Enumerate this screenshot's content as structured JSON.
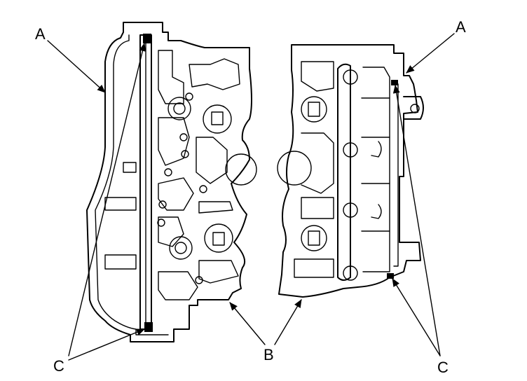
{
  "diagram": {
    "labels": {
      "a_left": "A",
      "a_right": "A",
      "b": "B",
      "c_left": "C",
      "c_right": "C"
    },
    "colors": {
      "line": "#000000",
      "background": "#ffffff"
    }
  }
}
